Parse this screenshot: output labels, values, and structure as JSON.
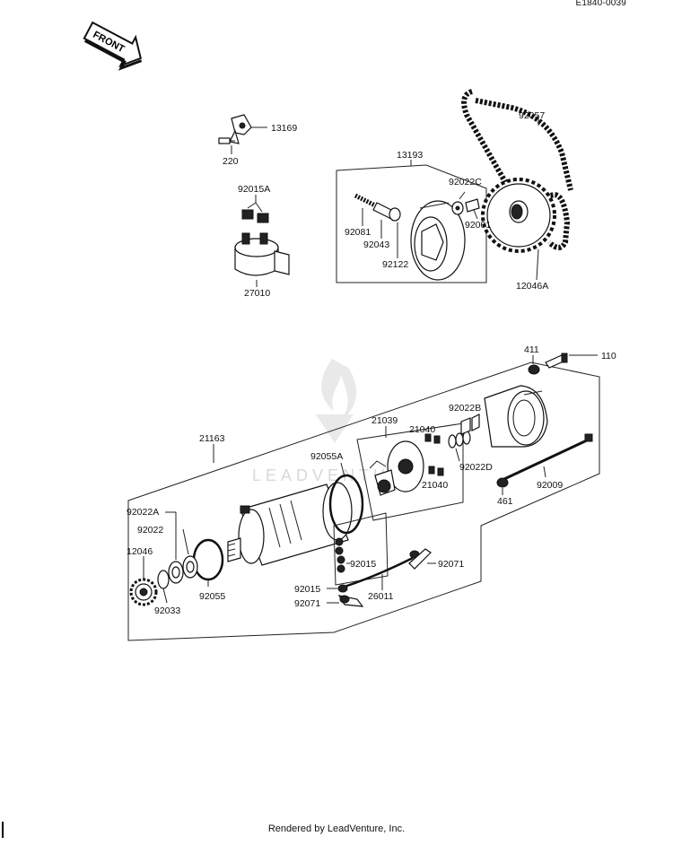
{
  "diagram_ref": "E1840-0039",
  "front_arrow_label": "FRONT",
  "watermark": "LEADVENTURE",
  "footer": "Rendered by LeadVenture, Inc.",
  "part_labels": {
    "p13169": "13169",
    "p220": "220",
    "p92015A": "92015A",
    "p27010": "27010",
    "p13193": "13193",
    "p92022C": "92022C",
    "p92001": "92001",
    "p92081": "92081",
    "p92043": "92043",
    "p92122": "92122",
    "p92057": "92057",
    "p12046A": "12046A",
    "p411": "411",
    "p110": "110",
    "p21163": "21163",
    "p21039": "21039",
    "p92022B": "92022B",
    "p21040a": "21040",
    "p21040b": "21040",
    "p92055A": "92055A",
    "p92022D": "92022D",
    "p92009": "92009",
    "p461": "461",
    "p92022A": "92022A",
    "p92022": "92022",
    "p12046": "12046",
    "p92033": "92033",
    "p92055": "92055",
    "p92015a": "92015",
    "p92015b": "92015",
    "p92071a": "92071",
    "p92071b": "92071",
    "p26011": "26011"
  }
}
